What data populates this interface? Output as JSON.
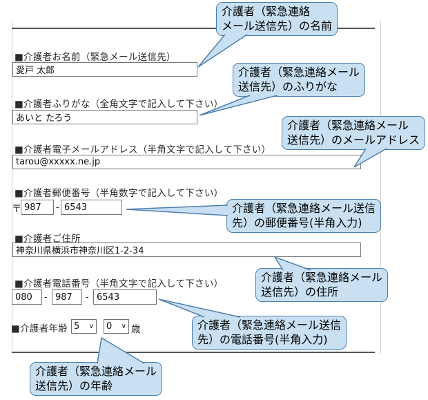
{
  "colors": {
    "callout_fill": "#c8e0f2",
    "callout_border": "#4e7fae",
    "rule_dark": "#4e575e",
    "rule_light": "#cfcfcf"
  },
  "form": {
    "name": {
      "label": "■介護者お名前（緊急メール送信先）",
      "value": "愛戸 太郎"
    },
    "furigana": {
      "label": "■介護者ふりがな（全角文字で記入して下さい）",
      "value": "あいと たろう"
    },
    "email": {
      "label": "■介護者電子メールアドレス（半角文字で記入して下さい）",
      "value": "tarou@xxxxx.ne.jp"
    },
    "postal": {
      "label": "■介護者郵便番号（半角数字で記入して下さい）",
      "mark": "〒",
      "part1": "987",
      "sep": "-",
      "part2": "6543"
    },
    "address": {
      "label": "■介護者ご住所",
      "value": "神奈川県横浜市神奈川区1-2-34"
    },
    "phone": {
      "label": "■介護者電話番号（半角文字で記入して下さい）",
      "part1": "080",
      "sep1": "-",
      "part2": "987",
      "sep2": "-",
      "part3": "6543"
    },
    "age": {
      "label": "■介護者年齢",
      "tens": "5",
      "ones": "0",
      "suffix": "歳",
      "chevron": "∨"
    }
  },
  "callouts": [
    {
      "line1": "介護者（緊急連絡",
      "line2": "メール送信先）の名前"
    },
    {
      "line1": "介護者（緊急連絡メール",
      "line2": "送信先）のふりがな"
    },
    {
      "line1": "介護者（緊急連絡メール",
      "line2": "送信先）のメールアドレス"
    },
    {
      "line1": "介護者（緊急連絡メール送信",
      "line2": "先）の郵便番号(半角入力)"
    },
    {
      "line1": "介護者（緊急連絡メール",
      "line2": "送信先）の住所"
    },
    {
      "line1": "介護者（緊急連絡メール送信",
      "line2": "先）の電話番号(半角入力)"
    },
    {
      "line1": "介護者（緊急連絡メール",
      "line2": "送信先）の年齢"
    }
  ]
}
